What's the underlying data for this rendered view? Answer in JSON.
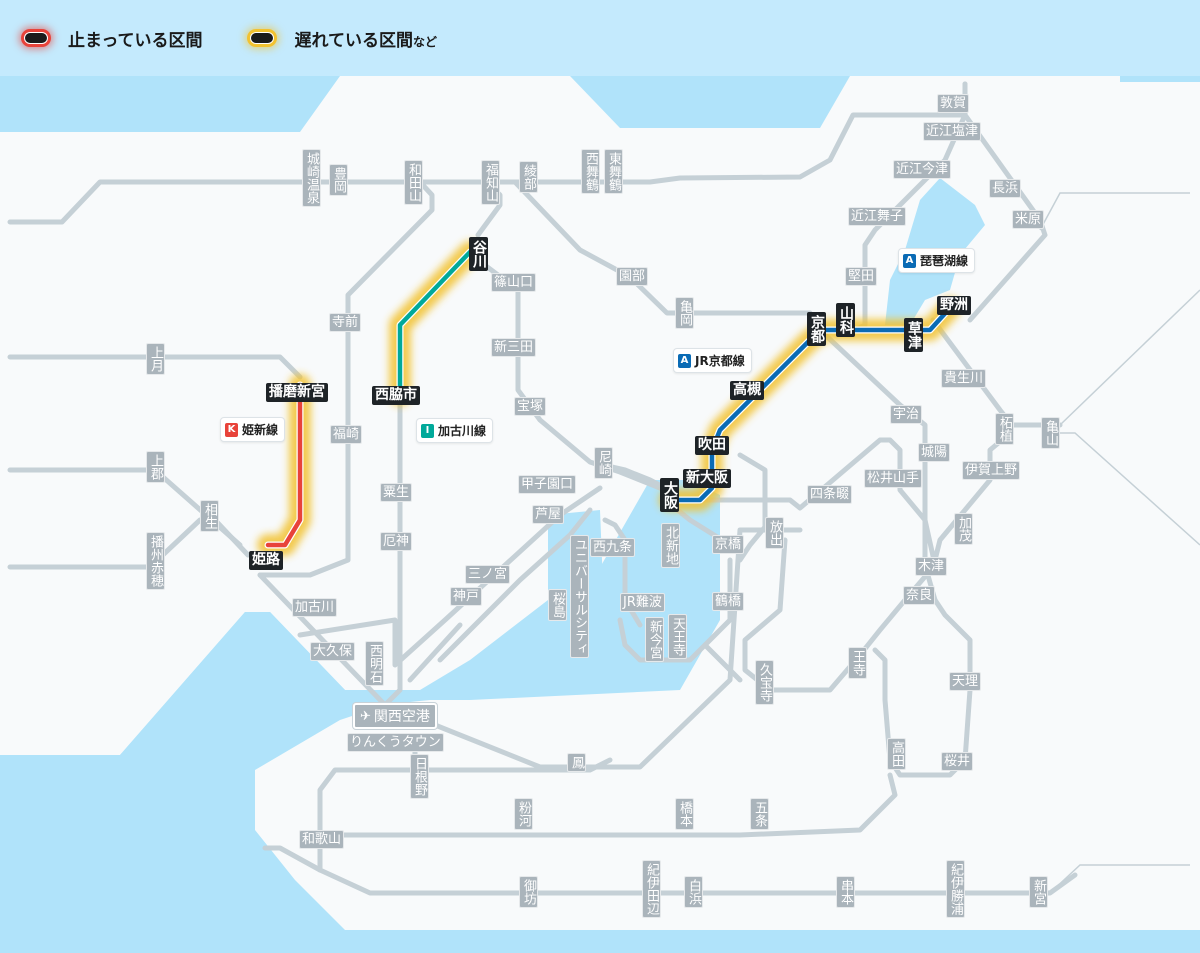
{
  "legend": {
    "stopped": {
      "label": "止まっている区間",
      "color": "#e8433a"
    },
    "delayed": {
      "label": "遅れている区間",
      "suffix": "など",
      "color": "#f2c230"
    }
  },
  "colors": {
    "sea": "#b0e3fa",
    "land": "#f8fafb",
    "track": "#c5d0d6",
    "station_bg": "#aab4bb",
    "highlight_station_bg": "#1e2327",
    "jr_kyoto_line": "#0a6bb5",
    "kakogawa_line": "#00a99a",
    "kishin_line": "#e8433a"
  },
  "lines": {
    "jr_kyoto": {
      "code": "A",
      "name": "JR京都線",
      "color": "#0a6bb5"
    },
    "biwako": {
      "code": "A",
      "name": "琵琶湖線",
      "color": "#0a6bb5"
    },
    "kakogawa": {
      "code": "I",
      "name": "加古川線",
      "color": "#00a99a"
    },
    "kishin": {
      "code": "K",
      "name": "姫新線",
      "color": "#e8433a"
    }
  },
  "airport": {
    "icon": "airplane-icon",
    "name": "関西空港"
  },
  "highlighted_stations": {
    "tanikawa": "谷川",
    "nishiwakishi": "西脇市",
    "harimashingu": "播磨新宮",
    "himeji": "姫路",
    "kyoto": "京都",
    "yamashina": "山科",
    "kusatsu": "草津",
    "yasu": "野洲",
    "takatsuki": "高槻",
    "suita": "吹田",
    "shinosaka": "新大阪",
    "osaka": "大阪"
  },
  "stations": {
    "kinosakionsen": "城崎温泉",
    "toyooka": "豊岡",
    "wadayama": "和田山",
    "fukuchiyama": "福知山",
    "ayabe": "綾部",
    "nishimaizuru": "西舞鶴",
    "higashimaizuru": "東舞鶴",
    "tsuruga": "敦賀",
    "omishiotsu": "近江塩津",
    "omiimazu": "近江今津",
    "nagahama": "長浜",
    "maibara": "米原",
    "omimaiko": "近江舞子",
    "katata": "堅田",
    "sonobe": "園部",
    "kameoka": "亀岡",
    "sasayamaguchi": "篠山口",
    "shinsanda": "新三田",
    "takarazuka": "宝塚",
    "amagasaki": "尼崎",
    "koshienguchi": "甲子園口",
    "ashiya": "芦屋",
    "sannomiya": "三ノ宮",
    "kobe": "神戸",
    "terasaki": "寺前",
    "fukusaki": "福崎",
    "ao": "粟生",
    "yakujin": "厄神",
    "kakogawa": "加古川",
    "kozuki": "上月",
    "kamigori": "上郡",
    "aioi": "相生",
    "bansyuako": "播州赤穂",
    "okubo": "大久保",
    "nishiakashi": "西明石",
    "universalcity": "ユニバーサルシティ",
    "sakurajima": "桜島",
    "nishikujo": "西九条",
    "kitashinchi": "北新地",
    "kyobashi": "京橋",
    "hanaten": "放出",
    "jrnamba": "JR難波",
    "shinimamiya": "新今宮",
    "tennoji": "天王寺",
    "tsuruhashi": "鶴橋",
    "kyuhoji": "久宝寺",
    "oji": "王寺",
    "shijonawate": "四条畷",
    "matsuiyamate": "松井山手",
    "uji": "宇治",
    "joyo": "城陽",
    "kizu": "木津",
    "nara": "奈良",
    "kamo": "加茂",
    "iga_ueno": "伊賀上野",
    "tsuge": "柘植",
    "kameyama": "亀山",
    "kibukawa": "貴生川",
    "tenri": "天理",
    "sakurai": "桜井",
    "takada": "高田",
    "gojo": "五条",
    "hashimoto": "橋本",
    "kokawa": "粉河",
    "wakayama": "和歌山",
    "hineno": "日根野",
    "rinku": "りんくうタウン",
    "otori": "鳳",
    "gobo": "御坊",
    "kiitanabe": "紀伊田辺",
    "shirahama": "白浜",
    "kushimoto": "串本",
    "kiikatsuura": "紀伊勝浦",
    "shingu": "新宮"
  }
}
